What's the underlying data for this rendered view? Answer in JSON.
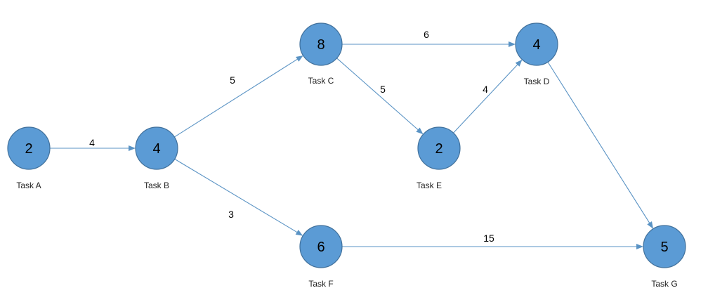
{
  "colors": {
    "node_fill": "#5b9bd5",
    "node_stroke": "#41719c",
    "edge": "#5a93c4"
  },
  "nodes": [
    {
      "id": "A",
      "label": "Task A",
      "value": "2"
    },
    {
      "id": "B",
      "label": "Task B",
      "value": "4"
    },
    {
      "id": "C",
      "label": "Task C",
      "value": "8"
    },
    {
      "id": "D",
      "label": "Task D",
      "value": "4"
    },
    {
      "id": "E",
      "label": "Task E",
      "value": "2"
    },
    {
      "id": "F",
      "label": "Task F",
      "value": "6"
    },
    {
      "id": "G",
      "label": "Task G",
      "value": "5"
    }
  ],
  "edges": [
    {
      "from": "A",
      "to": "B",
      "weight": "4"
    },
    {
      "from": "B",
      "to": "C",
      "weight": "5"
    },
    {
      "from": "B",
      "to": "F",
      "weight": "3"
    },
    {
      "from": "C",
      "to": "D",
      "weight": "6"
    },
    {
      "from": "C",
      "to": "E",
      "weight": "5"
    },
    {
      "from": "E",
      "to": "D",
      "weight": "4"
    },
    {
      "from": "D",
      "to": "G",
      "weight": ""
    },
    {
      "from": "F",
      "to": "G",
      "weight": "15"
    }
  ]
}
